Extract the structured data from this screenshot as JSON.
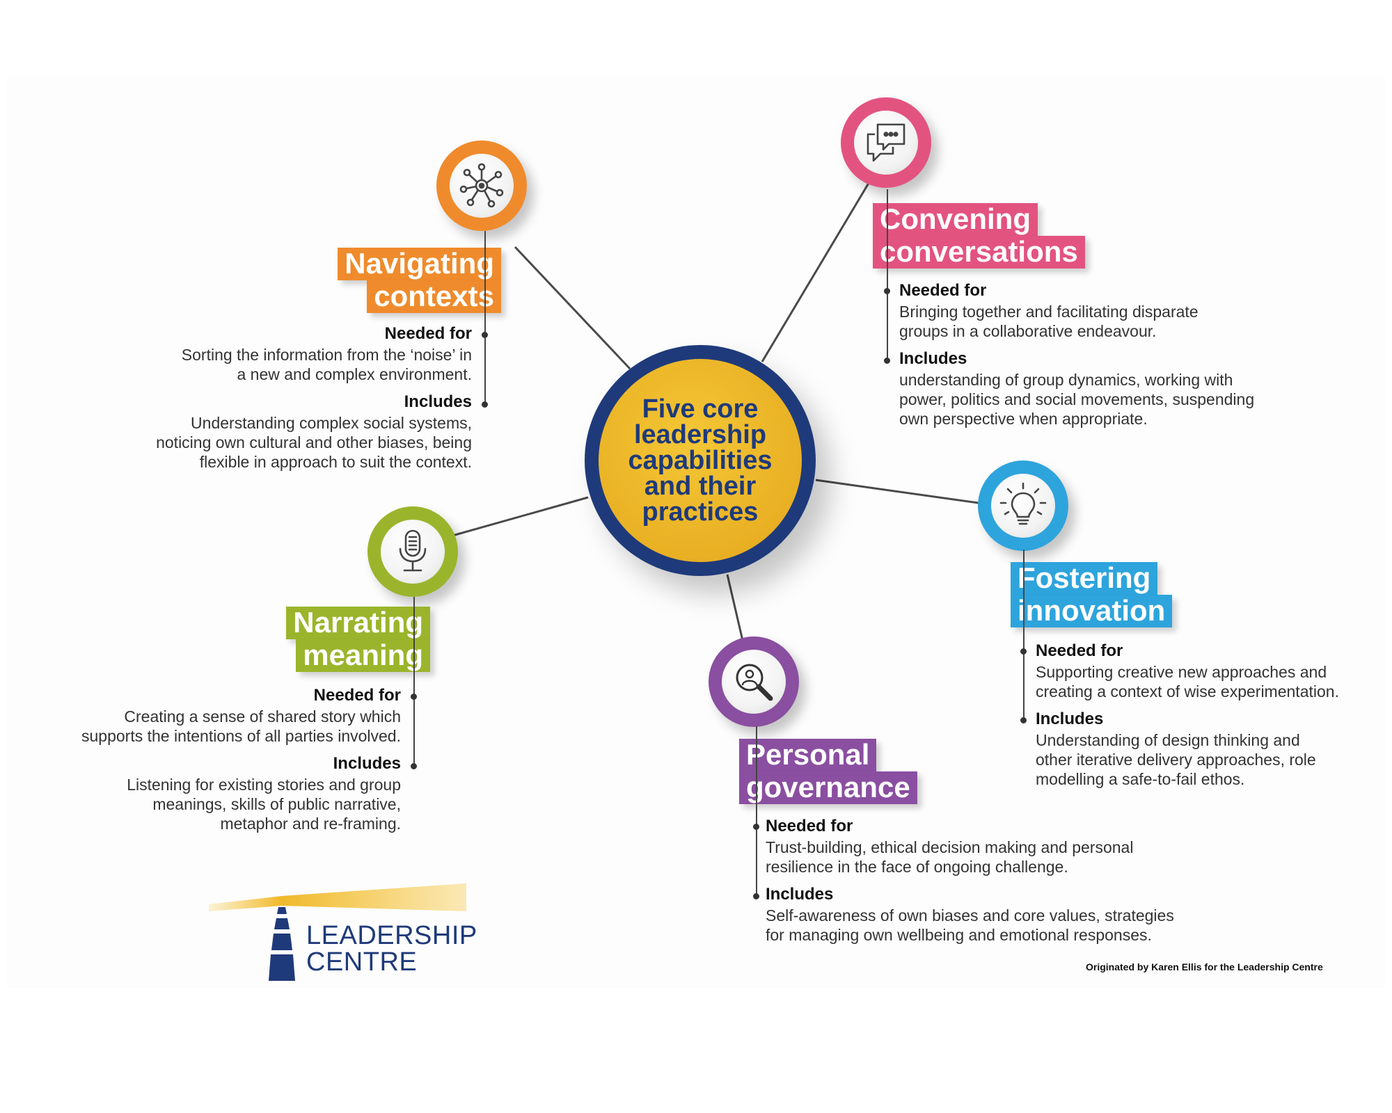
{
  "hub": {
    "text": "Five core leadership capabilities and their practices",
    "ring_color": "#1f3a7a",
    "fill_color": "#edb52a"
  },
  "capabilities": [
    {
      "id": "navigating",
      "title_line1": "Navigating",
      "title_line2": "contexts",
      "color": "#ef8b2c",
      "icon": "network-icon",
      "needed_label": "Needed for",
      "needed_text": "Sorting the information from the ‘noise’ in a new and complex environment.",
      "includes_label": "Includes",
      "includes_text": "Understanding complex social systems, noticing own cultural and other biases, being flexible in approach to suit the context."
    },
    {
      "id": "convening",
      "title_line1": "Convening",
      "title_line2": "conversations",
      "color": "#e35380",
      "icon": "chat-bubbles-icon",
      "needed_label": "Needed for",
      "needed_text": "Bringing together and facilitating disparate groups in a collaborative endeavour.",
      "includes_label": "Includes",
      "includes_text": "understanding of group dynamics, working with power, politics and social movements, suspending own perspective when appropriate."
    },
    {
      "id": "fostering",
      "title_line1": "Fostering",
      "title_line2": "innovation",
      "color": "#2ea4dc",
      "icon": "lightbulb-icon",
      "needed_label": "Needed for",
      "needed_text": "Supporting creative new approaches and creating a context of wise experimentation.",
      "includes_label": "Includes",
      "includes_text": "Understanding of design thinking and other iterative delivery approaches, role modelling a safe-to-fail ethos."
    },
    {
      "id": "personal",
      "title_line1": "Personal",
      "title_line2": "governance",
      "color": "#8a4fa0",
      "icon": "magnifier-person-icon",
      "needed_label": "Needed for",
      "needed_text": "Trust-building, ethical decision making and personal resilience in the face of ongoing challenge.",
      "includes_label": "Includes",
      "includes_text": "Self-awareness of own biases and core values, strategies for managing own wellbeing and emotional responses."
    },
    {
      "id": "narrating",
      "title_line1": "Narrating",
      "title_line2": "meaning",
      "color": "#9ab52c",
      "icon": "microphone-icon",
      "needed_label": "Needed for",
      "needed_text": "Creating a sense of shared story which supports the intentions of all parties involved.",
      "includes_label": "Includes",
      "includes_text": "Listening for existing stories and group meanings, skills of public narrative, metaphor and re-framing."
    }
  ],
  "logo": {
    "line1": "LEADERSHIP",
    "line2": "CENTRE",
    "icon": "lighthouse-icon"
  },
  "credit": "Originated by Karen Ellis for the Leadership Centre"
}
